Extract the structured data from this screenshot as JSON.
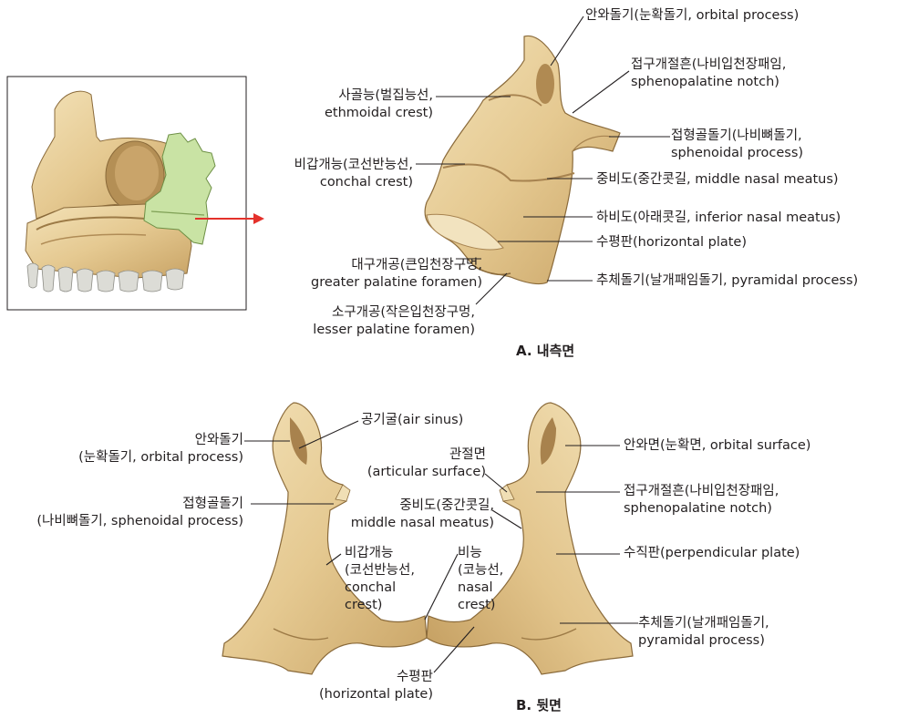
{
  "panelA": {
    "caption": "A. 내측면",
    "labels": {
      "orbital_process": "안와돌기(눈확돌기, orbital process)",
      "spheno_notch_1": "접구개절흔(나비입천장패임,",
      "spheno_notch_2": "sphenopalatine notch)",
      "ethmoidal_1": "사골능(벌집능선,",
      "ethmoidal_2": "ethmoidal crest)",
      "sphenoidal_1": "접형골돌기(나비뼈돌기,",
      "sphenoidal_2": "sphenoidal process)",
      "conchal_1": "비갑개능(코선반능선,",
      "conchal_2": "conchal crest)",
      "middle_meatus": "중비도(중간콧길, middle nasal meatus)",
      "inferior_meatus": "하비도(아래콧길, inferior nasal meatus)",
      "horizontal_plate": "수평판(horizontal plate)",
      "greater_1": "대구개공(큰입천장구멍,",
      "greater_2": "greater palatine foramen)",
      "pyramidal": "추체돌기(날개패임돌기, pyramidal process)",
      "lesser_1": "소구개공(작은입천장구멍,",
      "lesser_2": "lesser palatine foramen)"
    }
  },
  "panelB": {
    "caption": "B. 뒷면",
    "labels": {
      "air_sinus": "공기굴(air sinus)",
      "orbital_1": "안와돌기",
      "orbital_2": "(눈확돌기, orbital process)",
      "orbital_surface": "안와면(눈확면, orbital surface)",
      "articular_1": "관절면",
      "articular_2": "(articular surface)",
      "sphenoidal_1": "접형골돌기",
      "sphenoidal_2": "(나비뼈돌기, sphenoidal process)",
      "spheno_notch_1": "접구개절흔(나비입천장패임,",
      "spheno_notch_2": "sphenopalatine notch)",
      "middle_1": "중비도(중간콧길,",
      "middle_2": "middle nasal meatus)",
      "perpendicular": "수직판(perpendicular plate)",
      "conchal_1": "비갑개능",
      "conchal_2": "(코선반능선,",
      "conchal_3": "conchal",
      "conchal_4": "crest)",
      "nasal_1": "비능",
      "nasal_2": "(코능선,",
      "nasal_3": "nasal",
      "nasal_4": "crest)",
      "pyramidal_1": "추체돌기(날개패임돌기,",
      "pyramidal_2": "pyramidal process)",
      "horizontal_1": "수평판",
      "horizontal_2": "(horizontal plate)"
    }
  },
  "colors": {
    "bone": "#e8cf9c",
    "bone_dark": "#b8955c",
    "highlight_green": "#c9e3a4",
    "arrow_red": "#e4312b",
    "teeth": "#dcdcd6"
  }
}
